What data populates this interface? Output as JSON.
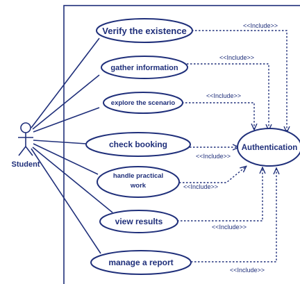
{
  "actor": {
    "name": "Student"
  },
  "use_cases": [
    {
      "id": "verify",
      "label": "Verify the existence"
    },
    {
      "id": "gather",
      "label": "gather information"
    },
    {
      "id": "explore",
      "label": "explore the scenario"
    },
    {
      "id": "booking",
      "label": "check booking"
    },
    {
      "id": "practical",
      "label": "handle practical work"
    },
    {
      "id": "results",
      "label": "view results"
    },
    {
      "id": "report",
      "label": "manage a report"
    }
  ],
  "included_use_case": {
    "label": "Authentication"
  },
  "relationships": [
    {
      "from": "verify",
      "to": "authentication",
      "label": "<<Include>>"
    },
    {
      "from": "gather",
      "to": "authentication",
      "label": "<<Include>>"
    },
    {
      "from": "explore",
      "to": "authentication",
      "label": "<<Include>>"
    },
    {
      "from": "booking",
      "to": "authentication",
      "label": "<<Include>>"
    },
    {
      "from": "practical",
      "to": "authentication",
      "label": "<<Include>>"
    },
    {
      "from": "results",
      "to": "authentication",
      "label": "<<Include>>"
    },
    {
      "from": "report",
      "to": "authentication",
      "label": "<<Include>>"
    }
  ],
  "colors": {
    "stroke": "#1f2f7a",
    "background": "#ffffff"
  }
}
